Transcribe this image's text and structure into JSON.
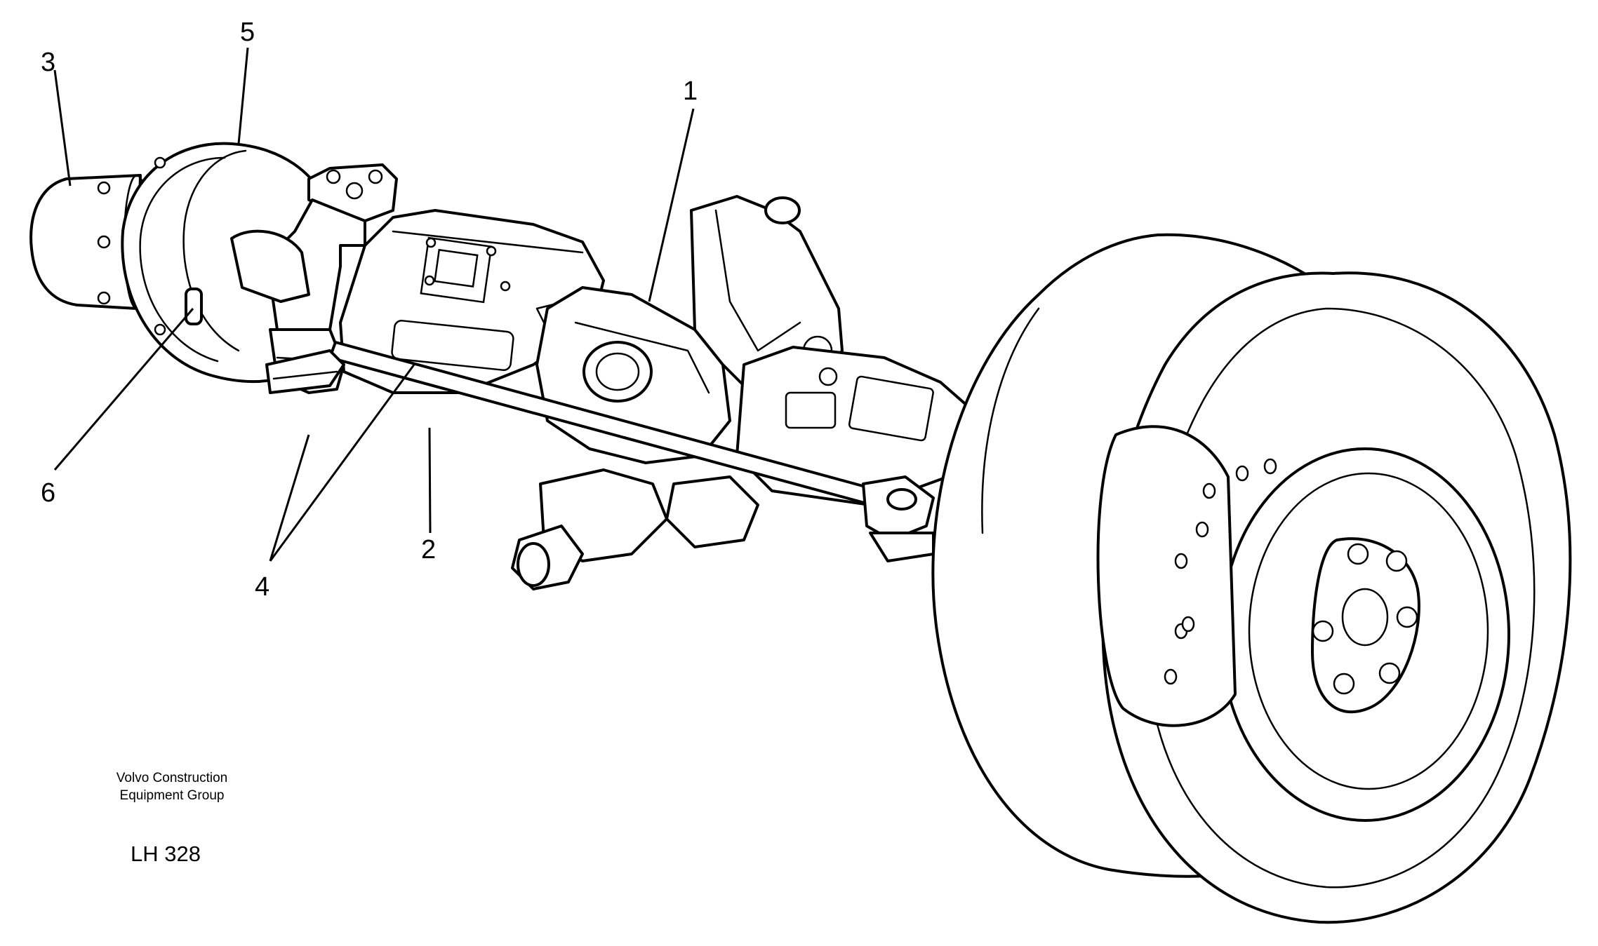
{
  "callouts": {
    "c1": "1",
    "c2": "2",
    "c3": "3",
    "c4": "4",
    "c5": "5",
    "c6": "6"
  },
  "credit": {
    "line1": "Volvo Construction",
    "line2": "Equipment Group"
  },
  "drawing_code": "LH 328",
  "colors": {
    "line": "#000000",
    "background": "#ffffff"
  }
}
